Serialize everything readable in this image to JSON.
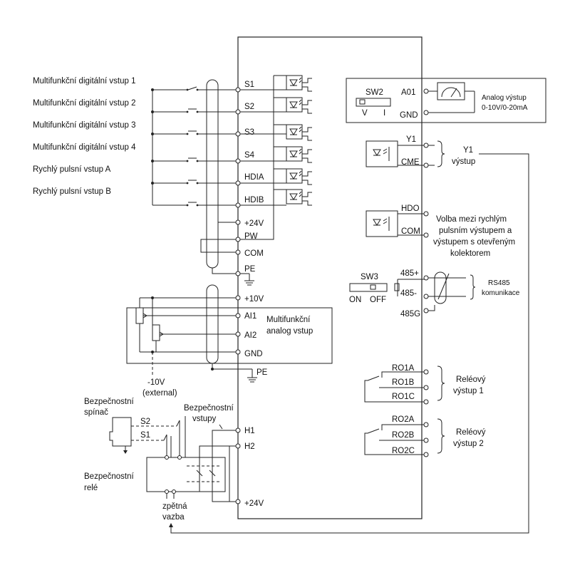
{
  "inputs": {
    "di1": "Multifunkční digitální vstup 1",
    "di2": "Multifunkční digitální vstup 2",
    "di3": "Multifunkční digitální vstup 3",
    "di4": "Multifunkční digitální vstup 4",
    "hdia": "Rychlý pulsní vstup A",
    "hdib": "Rychlý pulsní vstup B"
  },
  "left_terminals": {
    "s1": "S1",
    "s2": "S2",
    "s3": "S3",
    "s4": "S4",
    "hdia": "HDIA",
    "hdib": "HDIB",
    "p24": "+24V",
    "pw": "PW",
    "com": "COM",
    "pe": "PE",
    "p10": "+10V",
    "ai1": "AI1",
    "ai2": "AI2",
    "gnd": "GND",
    "pe2": "PE",
    "h1": "H1",
    "h2": "H2",
    "p24b": "+24V"
  },
  "analog_in": {
    "line1": "Multifunkční",
    "line2": "analog vstup",
    "ext_v": "-10V",
    "ext_note": "(external)"
  },
  "safety": {
    "switch_l1": "Bezpečnostní",
    "switch_l2": "spínač",
    "s2": "S2",
    "s1": "S1",
    "inputs_l1": "Bezpečnostní",
    "inputs_l2": "vstupy",
    "relay_l1": "Bezpečnostní",
    "relay_l2": "relé",
    "fb_l1": "zpětná",
    "fb_l2": "vazba"
  },
  "analog_out": {
    "sw2": "SW2",
    "v": "V",
    "i": "I",
    "a01": "A01",
    "gnd": "GND",
    "label1": "Analog výstup",
    "label2": "0-10V/0-20mA"
  },
  "y1_out": {
    "y1": "Y1",
    "cme": "CME",
    "label1": "Y1",
    "label2": "výstup"
  },
  "hdo_out": {
    "hdo": "HDO",
    "com": "COM",
    "line1": "Volba mezi rychlým",
    "line2": "pulsním výstupem a",
    "line3": "výstupem s otevřeným",
    "line4": "kolektorem"
  },
  "rs485": {
    "sw3": "SW3",
    "on": "ON",
    "off": "OFF",
    "plus": "485+",
    "minus": "485-",
    "g": "485G",
    "label1": "RS485",
    "label2": "komunikace"
  },
  "relay1": {
    "a": "RO1A",
    "b": "RO1B",
    "c": "RO1C",
    "label1": "Reléový",
    "label2": "výstup 1"
  },
  "relay2": {
    "a": "RO2A",
    "b": "RO2B",
    "c": "RO2C",
    "label1": "Reléový",
    "label2": "výstup 2"
  }
}
